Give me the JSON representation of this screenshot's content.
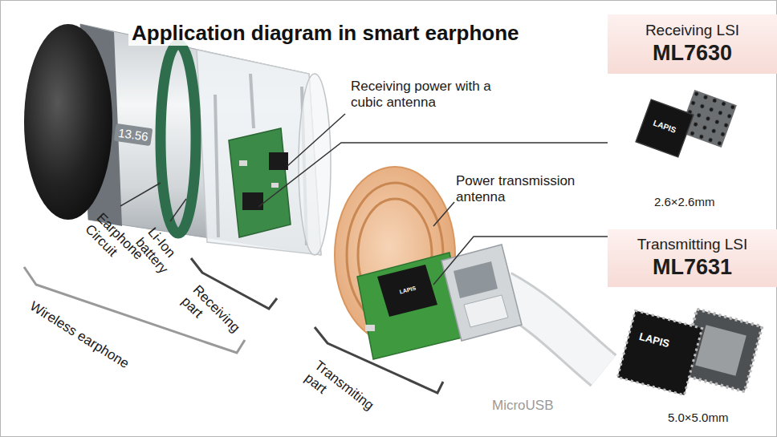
{
  "diagram": {
    "title": "Application diagram in smart earphone",
    "nodes": [
      {
        "text": [
          "Receiving LSI",
          "ML7630"
        ]
      },
      {
        "text": [
          "Transmitting LSI",
          "ML7631"
        ]
      }
    ],
    "labels": [
      "Receiving power with a cubic antenna",
      "Power transmission antenna",
      "13.56",
      "Earphone Circuit",
      "Li-Ion battery",
      "Receiving part",
      "Wireless earphone",
      "LAPIS",
      "Transmiting part",
      "MicroUSB",
      "LAPIS",
      "2.6×2.6mm",
      "LAPIS",
      "5.0×5.0mm"
    ]
  }
}
